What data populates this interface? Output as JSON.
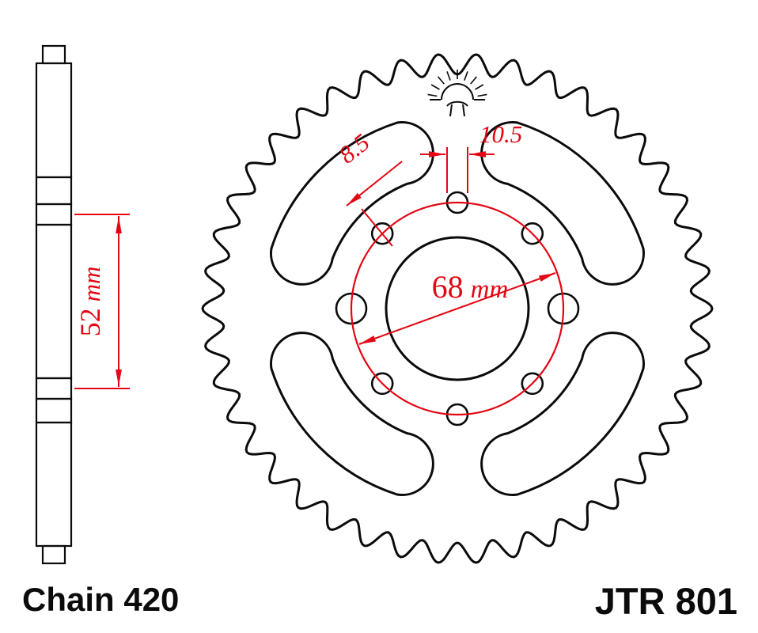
{
  "title": "JT rear sprocket technical drawing",
  "colors": {
    "outline": "#0b0b0b",
    "dimension_red": "#e30613",
    "background": "#ffffff"
  },
  "annotations": {
    "hub_length": {
      "value": "52",
      "unit": "mm"
    },
    "small_hole_diameter": {
      "value": "8.5"
    },
    "large_hole_diameter": {
      "value": "10.5"
    },
    "bolt_circle_diameter": {
      "value": "68",
      "unit": "mm"
    }
  },
  "footer": {
    "chain_label": "Chain 420",
    "model_label": "JTR 801"
  },
  "logo": {
    "icon": "jt-sunrise-logo"
  },
  "sprocket": {
    "teeth": 42,
    "bolt_holes_total": 8,
    "small_holes": 6,
    "large_holes": 2,
    "lightening_slots": 4
  }
}
